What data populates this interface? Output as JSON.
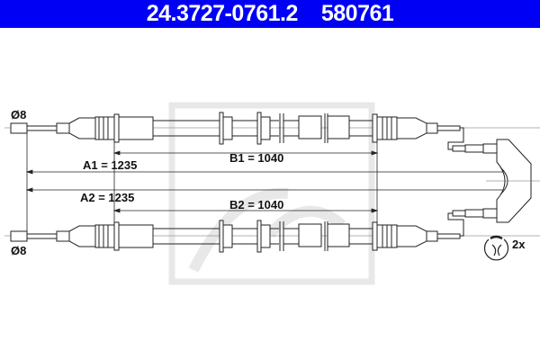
{
  "header": {
    "part_number": "24.3727-0761.2",
    "ref_number": "580761",
    "background_color": "#0000F5",
    "text_color": "#FFFFFF"
  },
  "dimensions": {
    "diameter_top": "Ø8",
    "diameter_bottom": "Ø8",
    "a1": "A1 = 1235",
    "b1": "B1 = 1040",
    "a2": "A2 = 1235",
    "b2": "B2 = 1040"
  },
  "accessory": {
    "clip_quantity": "2x"
  },
  "watermark": {
    "brand": "ate",
    "color": "#E6E6E6"
  }
}
